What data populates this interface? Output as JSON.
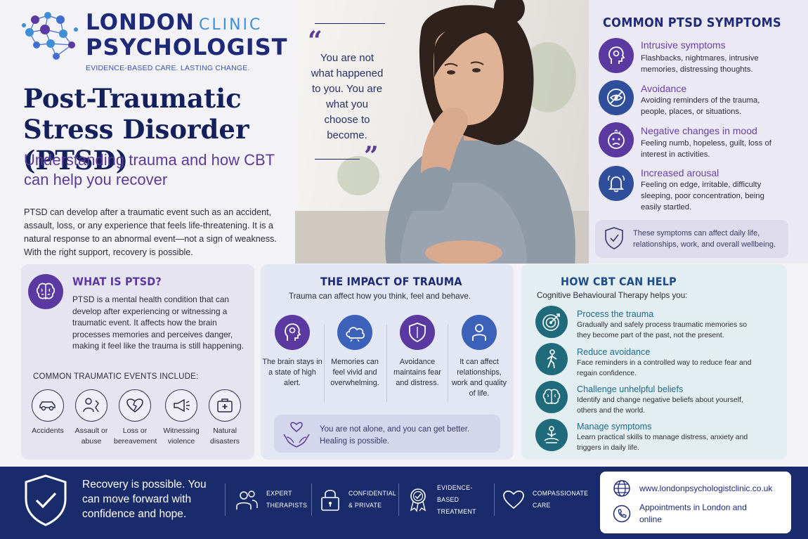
{
  "brand": {
    "name_line1": "LONDON",
    "name_clinic": "CLINIC",
    "name_line2": "PSYCHOLOGIST",
    "tagline": "EVIDENCE-BASED CARE. LASTING CHANGE."
  },
  "hero": {
    "title": "Post-Traumatic Stress Disorder (PTSD)",
    "subtitle": "Understanding trauma and how CBT can help you recover",
    "intro": "PTSD can develop after a traumatic event such as an accident, assault, loss, or any experience that feels life-threatening. It is a natural response to an abnormal event—not a sign of weakness. With the right support, recovery is possible."
  },
  "quote": {
    "text": "You are not what happened to you. You are what you choose to become."
  },
  "symptoms": {
    "title": "COMMON PTSD SYMPTOMS",
    "items": [
      {
        "heading": "Intrusive symptoms",
        "desc": "Flashbacks, nightmares, intrusive memories, distressing thoughts.",
        "icon": "head-icon"
      },
      {
        "heading": "Avoidance",
        "desc": "Avoiding reminders of the trauma, people, places, or situations.",
        "icon": "no-eye-icon"
      },
      {
        "heading": "Negative changes in mood",
        "desc": "Feeling numb, hopeless, guilt, loss of interest in activities.",
        "icon": "sad-face-icon"
      },
      {
        "heading": "Increased arousal",
        "desc": "Feeling on edge, irritable, difficulty sleeping, poor concentration, being easily startled.",
        "icon": "bell-icon"
      }
    ],
    "note": "These symptoms can affect daily life, relationships, work, and overall wellbeing."
  },
  "what": {
    "title": "WHAT IS PTSD?",
    "body": "PTSD is a mental health condition that can develop after experiencing or witnessing a traumatic event. It affects how the brain processes memories and perceives danger, making it feel like the trauma is still happening.",
    "events_title": "COMMON TRAUMATIC EVENTS INCLUDE:",
    "events": [
      {
        "label": "Accidents",
        "icon": "car-icon"
      },
      {
        "label": "Assault or abuse",
        "icon": "assault-icon"
      },
      {
        "label": "Loss or bereavement",
        "icon": "broken-heart-icon"
      },
      {
        "label": "Witnessing violence",
        "icon": "megaphone-icon"
      },
      {
        "label": "Natural disasters",
        "icon": "first-aid-icon"
      }
    ]
  },
  "impact": {
    "title": "THE IMPACT OF TRAUMA",
    "subtitle": "Trauma can affect how you think, feel and behave.",
    "items": [
      {
        "text": "The brain stays in a state of high alert.",
        "icon": "brain-head-icon"
      },
      {
        "text": "Memories can feel vivid and overwhelming.",
        "icon": "cloud-icon"
      },
      {
        "text": "Avoidance maintains fear and distress.",
        "icon": "shield-icon"
      },
      {
        "text": "It can affect relationships, work and quality of life.",
        "icon": "person-icon"
      }
    ],
    "note": "You are not alone, and you can get better. Healing is possible."
  },
  "cbt": {
    "title": "HOW CBT CAN HELP",
    "subtitle": "Cognitive Behavioural Therapy helps you:",
    "items": [
      {
        "heading": "Process the trauma",
        "desc": "Gradually and safely process traumatic memories so they become part of the past, not the present.",
        "icon": "target-icon"
      },
      {
        "heading": "Reduce avoidance",
        "desc": "Face reminders in a controlled way to reduce fear and regain confidence.",
        "icon": "walking-icon"
      },
      {
        "heading": "Challenge unhelpful beliefs",
        "desc": "Identify and change negative beliefs about yourself, others and the world.",
        "icon": "brain-icon"
      },
      {
        "heading": "Manage symptoms",
        "desc": "Learn practical skills to manage distress, anxiety and triggers in daily life.",
        "icon": "meditation-icon"
      }
    ]
  },
  "footer": {
    "message": "Recovery is possible. You can move forward with confidence and hope.",
    "features": [
      {
        "label": "EXPERT THERAPISTS",
        "icon": "people-icon"
      },
      {
        "label": "CONFIDENTIAL & PRIVATE",
        "icon": "lock-icon"
      },
      {
        "label": "EVIDENCE-BASED TREATMENT",
        "icon": "award-icon"
      },
      {
        "label": "COMPASSIONATE CARE",
        "icon": "heart-icon"
      }
    ],
    "website": "www.londonpsychologistclinic.co.uk",
    "appointments": "Appointments in London and online"
  },
  "colors": {
    "navy": "#1a2b6b",
    "purple": "#5a3aa0",
    "blue": "#2f4e9c",
    "teal": "#1f6b7c"
  }
}
